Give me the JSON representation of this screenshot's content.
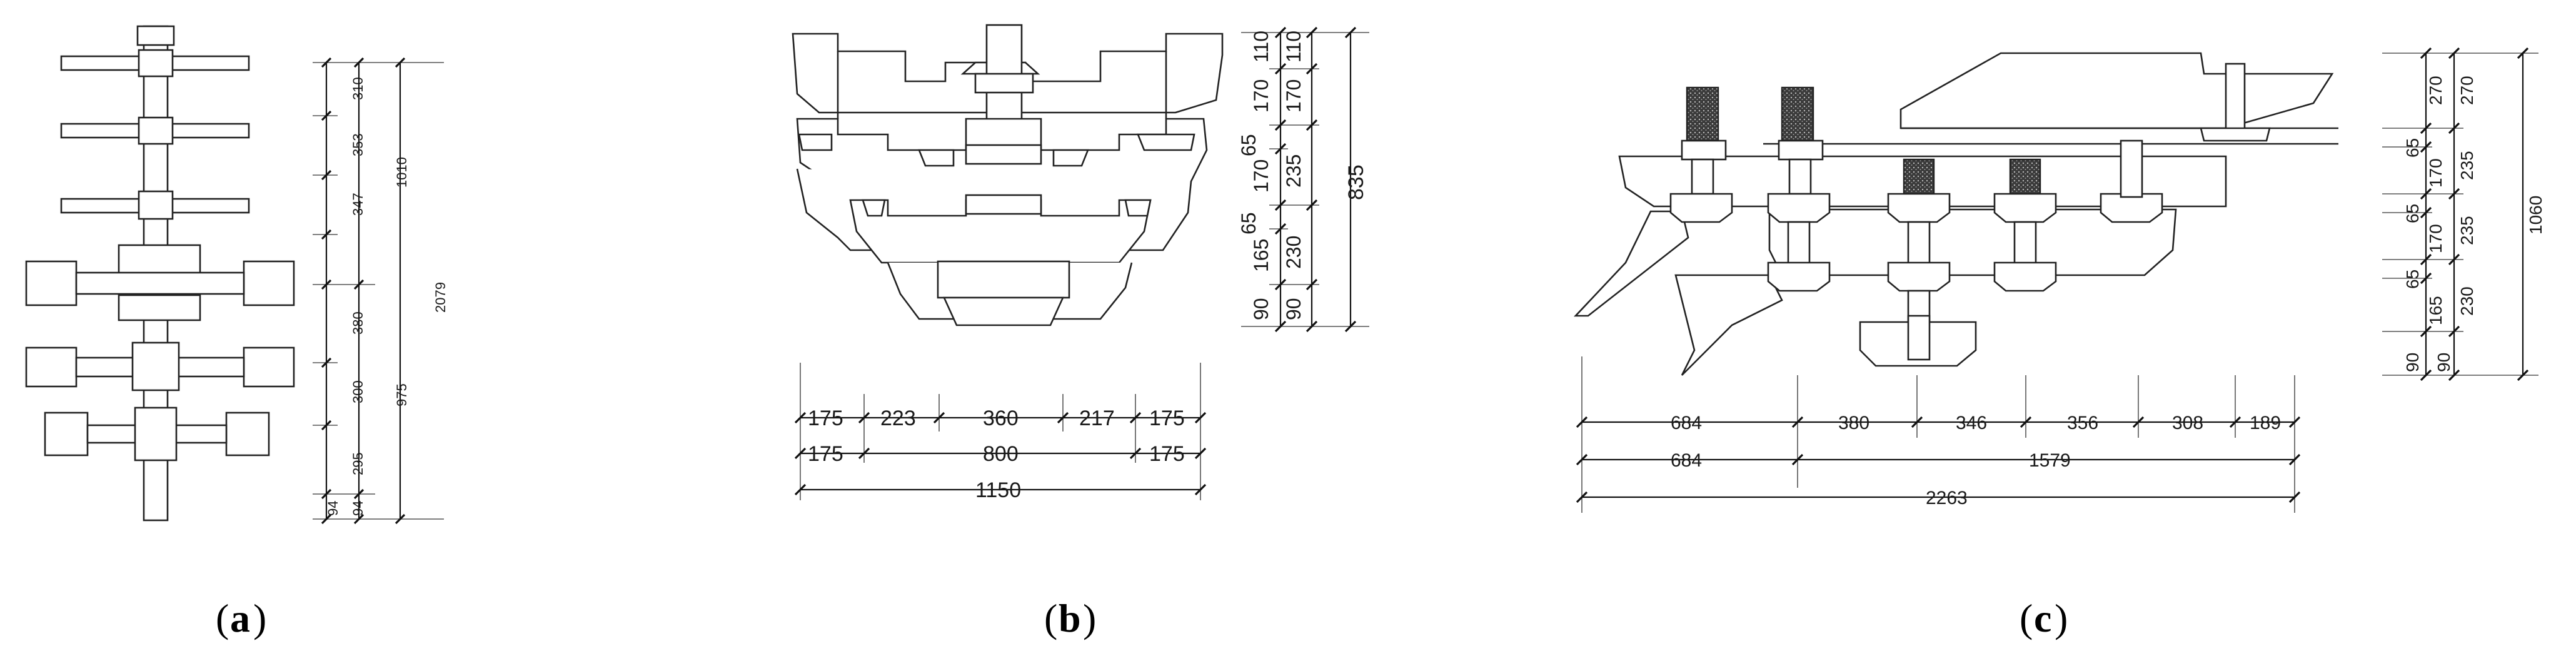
{
  "captions": {
    "a": "a",
    "b": "b",
    "c": "c"
  },
  "panel_a": {
    "segments": [
      "310",
      "353",
      "347",
      "380",
      "300",
      "295",
      "94"
    ],
    "group_upper": "1010",
    "group_lower": "975",
    "group_base": "94",
    "total": "2079"
  },
  "panel_b": {
    "vertical_outer": [
      "110",
      "170",
      "65",
      "170",
      "65",
      "165",
      "90"
    ],
    "vertical_inner": [
      "110",
      "170",
      "235",
      "230",
      "90"
    ],
    "vertical_total": "835",
    "horizontal_row1": [
      "175",
      "223",
      "360",
      "217",
      "175"
    ],
    "horizontal_row2": [
      "175",
      "800",
      "175"
    ],
    "horizontal_total": "1150"
  },
  "panel_c": {
    "horizontal_row1": [
      "684",
      "380",
      "346",
      "356",
      "308",
      "189"
    ],
    "horizontal_row2": [
      "684",
      "1579"
    ],
    "horizontal_total": "2263",
    "vertical_outer": [
      "270",
      "65",
      "170",
      "65",
      "170",
      "65",
      "165",
      "90"
    ],
    "vertical_inner": [
      "270",
      "235",
      "235",
      "230",
      "90"
    ],
    "vertical_total": "1060"
  }
}
